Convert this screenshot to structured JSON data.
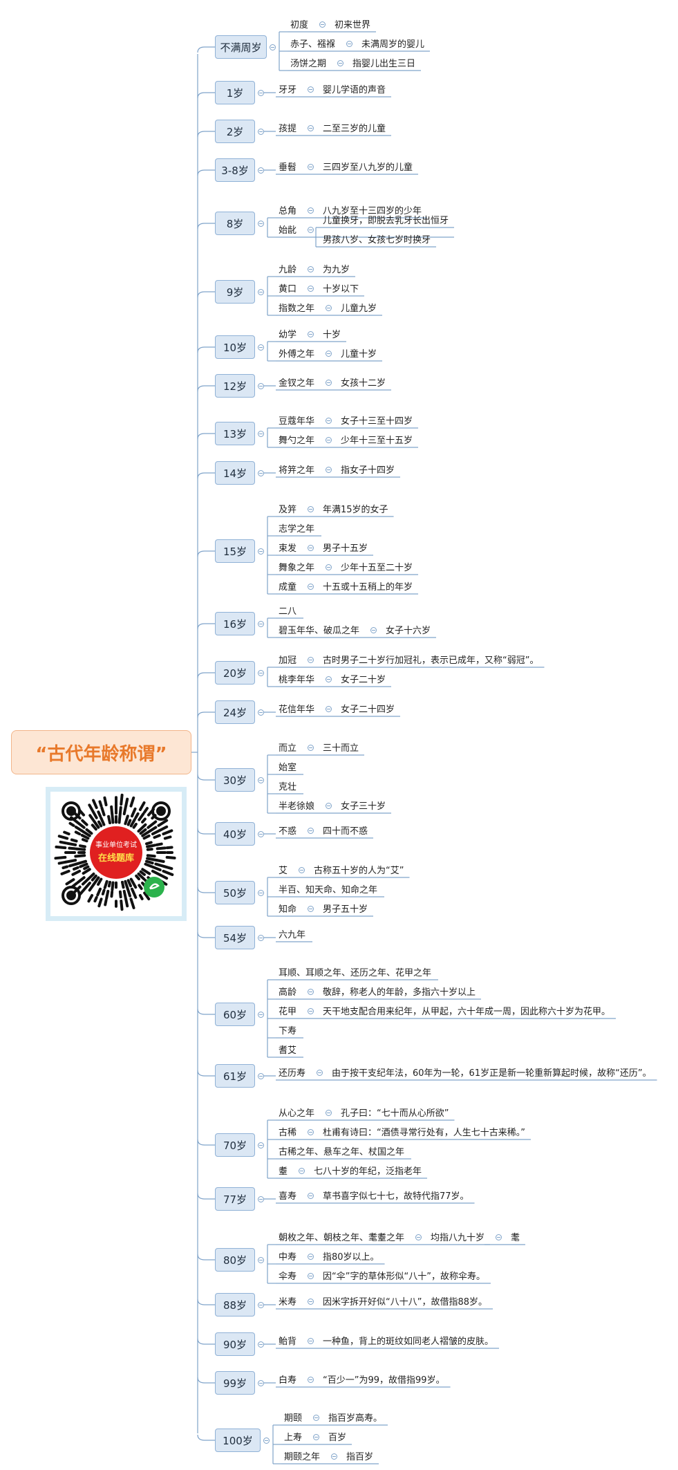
{
  "title": "“古代年龄称谓”",
  "qr": {
    "line1": "事业单位考试",
    "line2": "在线题库"
  },
  "ages": [
    {
      "label": "不满周岁",
      "rows": [
        [
          "初度",
          "初来世界"
        ],
        [
          "赤子、襁褓",
          "未满周岁的婴儿"
        ],
        [
          "汤饼之期",
          "指婴儿出生三日"
        ]
      ]
    },
    {
      "label": "1岁",
      "rows": [
        [
          "牙牙",
          "婴儿学语的声音"
        ]
      ]
    },
    {
      "label": "2岁",
      "rows": [
        [
          "孩提",
          "二至三岁的儿童"
        ]
      ]
    },
    {
      "label": "3-8岁",
      "rows": [
        [
          "垂髫",
          "三四岁至八九岁的儿童"
        ]
      ]
    },
    {
      "label": "8岁",
      "rows": [
        [
          "总角",
          "八九岁至十三四岁的少年"
        ],
        [
          "始龀",
          "儿童换牙，即脱去乳牙长出恒牙",
          "男孩八岁、女孩七岁时换牙"
        ]
      ]
    },
    {
      "label": "9岁",
      "rows": [
        [
          "九龄",
          "为九岁"
        ],
        [
          "黄口",
          "十岁以下"
        ],
        [
          "指数之年",
          "儿童九岁"
        ]
      ]
    },
    {
      "label": "10岁",
      "rows": [
        [
          "幼学",
          "十岁"
        ],
        [
          "外傅之年",
          "儿童十岁"
        ]
      ]
    },
    {
      "label": "12岁",
      "rows": [
        [
          "金钗之年",
          "女孩十二岁"
        ]
      ]
    },
    {
      "label": "13岁",
      "rows": [
        [
          "豆蔻年华",
          "女子十三至十四岁"
        ],
        [
          "舞勺之年",
          "少年十三至十五岁"
        ]
      ]
    },
    {
      "label": "14岁",
      "rows": [
        [
          "将笄之年",
          "指女子十四岁"
        ]
      ]
    },
    {
      "label": "15岁",
      "rows": [
        [
          "及笄",
          "年满15岁的女子"
        ],
        [
          "志学之年"
        ],
        [
          "束发",
          "男子十五岁"
        ],
        [
          "舞象之年",
          "少年十五至二十岁"
        ],
        [
          "成童",
          "十五或十五稍上的年岁"
        ]
      ]
    },
    {
      "label": "16岁",
      "rows": [
        [
          "二八"
        ],
        [
          "碧玉年华、破瓜之年",
          "女子十六岁"
        ]
      ]
    },
    {
      "label": "20岁",
      "rows": [
        [
          "加冠",
          "古时男子二十岁行加冠礼，表示已成年，又称“弱冠”。"
        ],
        [
          "桃李年华",
          "女子二十岁"
        ]
      ]
    },
    {
      "label": "24岁",
      "rows": [
        [
          "花信年华",
          "女子二十四岁"
        ]
      ]
    },
    {
      "label": "30岁",
      "rows": [
        [
          "而立",
          "三十而立"
        ],
        [
          "始室"
        ],
        [
          "克壮"
        ],
        [
          "半老徐娘",
          "女子三十岁"
        ]
      ]
    },
    {
      "label": "40岁",
      "rows": [
        [
          "不惑",
          "四十而不惑"
        ]
      ]
    },
    {
      "label": "50岁",
      "rows": [
        [
          "艾",
          "古称五十岁的人为“艾”"
        ],
        [
          "半百、知天命、知命之年"
        ],
        [
          "知命",
          "男子五十岁"
        ]
      ]
    },
    {
      "label": "54岁",
      "rows": [
        [
          "六九年"
        ]
      ]
    },
    {
      "label": "60岁",
      "rows": [
        [
          "耳顺、耳顺之年、还历之年、花甲之年"
        ],
        [
          "高龄",
          "敬辞，称老人的年龄，多指六十岁以上"
        ],
        [
          "花甲",
          "天干地支配合用来纪年，从甲起，六十年成一周，因此称六十岁为花甲。"
        ],
        [
          "下寿"
        ],
        [
          "耆艾"
        ]
      ]
    },
    {
      "label": "61岁",
      "rows": [
        [
          "还历寿",
          "由于按干支纪年法，60年为一轮，61岁正是新一轮重新算起时候，故称“还历”。"
        ]
      ]
    },
    {
      "label": "70岁",
      "rows": [
        [
          "从心之年",
          "孔子曰：“七十而从心所欲”"
        ],
        [
          "古稀",
          "杜甫有诗曰：“酒债寻常行处有，人生七十古来稀。”"
        ],
        [
          "古稀之年、悬车之年、杖国之年"
        ],
        [
          "耋",
          "七八十岁的年纪，泛指老年"
        ]
      ]
    },
    {
      "label": "77岁",
      "rows": [
        [
          "喜寿",
          "草书喜字似七十七，故特代指77岁。"
        ]
      ]
    },
    {
      "label": "80岁",
      "rows": [
        [
          "朝枚之年、朝枝之年、耄耋之年",
          "均指八九十岁",
          "耄"
        ],
        [
          "中寿",
          "指80岁以上。"
        ],
        [
          "伞寿",
          "因“伞”字的草体形似“八十”，故称伞寿。"
        ]
      ]
    },
    {
      "label": "88岁",
      "rows": [
        [
          "米寿",
          "因米字拆开好似“八十八”，故借指88岁。"
        ]
      ]
    },
    {
      "label": "90岁",
      "rows": [
        [
          "鲐背",
          "一种鱼，背上的斑纹如同老人褶皱的皮肤。"
        ]
      ]
    },
    {
      "label": "99岁",
      "rows": [
        [
          "白寿",
          "“百少一”为99，故借指99岁。"
        ]
      ]
    },
    {
      "label": "100岁",
      "rows": [
        [
          "期颐",
          "指百岁高寿。"
        ],
        [
          "上寿",
          "百岁"
        ],
        [
          "期颐之年",
          "指百岁"
        ]
      ]
    }
  ]
}
